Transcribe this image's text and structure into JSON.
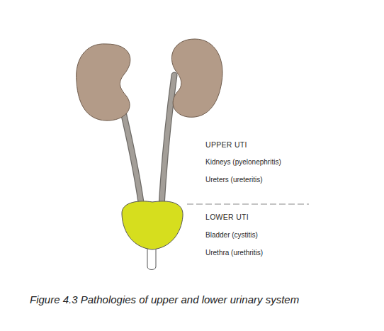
{
  "diagram": {
    "caption": "Figure 4.3 Pathologies of upper and lower urinary system",
    "labels": [
      "UPPER UTI",
      "Kidneys (pyelonephritis)",
      "Ureters (ureteritis)",
      "LOWER UTI",
      "Bladder (cystitis)",
      "Urethra (urethritis)"
    ]
  }
}
